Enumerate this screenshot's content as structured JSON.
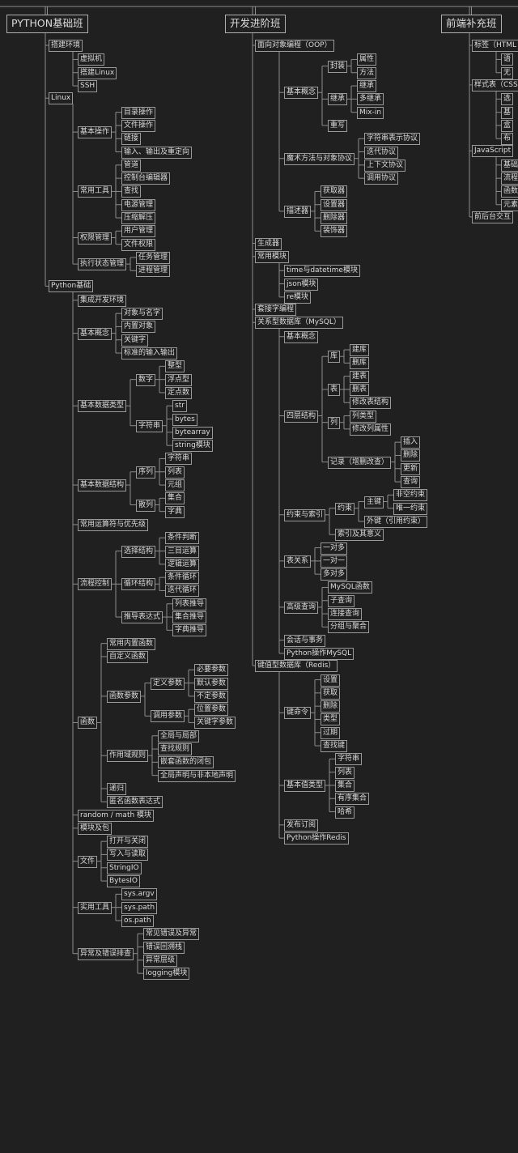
{
  "columns": [
    {
      "id": "python",
      "label": "PYTHON基础班",
      "children": [
        {
          "label": "搭建环境",
          "children": [
            {
              "label": "虚拟机"
            },
            {
              "label": "搭建Linux"
            },
            {
              "label": "SSH"
            }
          ]
        },
        {
          "label": "Linux",
          "children": [
            {
              "label": "基本操作",
              "children": [
                {
                  "label": "目录操作"
                },
                {
                  "label": "文件操作"
                },
                {
                  "label": "链接"
                },
                {
                  "label": "输入、输出及重定向"
                }
              ]
            },
            {
              "label": "常用工具",
              "children": [
                {
                  "label": "管道"
                },
                {
                  "label": "控制台编辑器"
                },
                {
                  "label": "查找"
                },
                {
                  "label": "电源管理"
                },
                {
                  "label": "压缩解压"
                }
              ]
            },
            {
              "label": "权限管理",
              "children": [
                {
                  "label": "用户管理"
                },
                {
                  "label": "文件权限"
                }
              ]
            },
            {
              "label": "执行状态管理",
              "children": [
                {
                  "label": "任务管理"
                },
                {
                  "label": "进程管理"
                }
              ]
            }
          ]
        },
        {
          "label": "Python基础",
          "children": [
            {
              "label": "集成开发环境"
            },
            {
              "label": "基本概念",
              "children": [
                {
                  "label": "对象与名字"
                },
                {
                  "label": "内置对象"
                },
                {
                  "label": "关键字"
                },
                {
                  "label": "标准的输入输出"
                }
              ]
            },
            {
              "label": "基本数据类型",
              "children": [
                {
                  "label": "数字",
                  "children": [
                    {
                      "label": "整型"
                    },
                    {
                      "label": "浮点型"
                    },
                    {
                      "label": "定点数"
                    }
                  ]
                },
                {
                  "label": "字符串",
                  "children": [
                    {
                      "label": "str"
                    },
                    {
                      "label": "bytes"
                    },
                    {
                      "label": "bytearray"
                    },
                    {
                      "label": "string模块"
                    }
                  ]
                }
              ]
            },
            {
              "label": "基本数据结构",
              "children": [
                {
                  "label": "序列",
                  "children": [
                    {
                      "label": "字符串"
                    },
                    {
                      "label": "列表"
                    },
                    {
                      "label": "元组"
                    }
                  ]
                },
                {
                  "label": "散列",
                  "children": [
                    {
                      "label": "集合"
                    },
                    {
                      "label": "字典"
                    }
                  ]
                }
              ]
            },
            {
              "label": "常用运算符与优先级"
            },
            {
              "label": "流程控制",
              "children": [
                {
                  "label": "选择结构",
                  "children": [
                    {
                      "label": "条件判断"
                    },
                    {
                      "label": "三目运算"
                    },
                    {
                      "label": "逻辑运算"
                    }
                  ]
                },
                {
                  "label": "循环结构",
                  "children": [
                    {
                      "label": "条件循环"
                    },
                    {
                      "label": "迭代循环"
                    }
                  ]
                },
                {
                  "label": "推导表达式",
                  "children": [
                    {
                      "label": "列表推导"
                    },
                    {
                      "label": "集合推导"
                    },
                    {
                      "label": "字典推导"
                    }
                  ]
                }
              ]
            },
            {
              "label": "函数",
              "children": [
                {
                  "label": "常用内置函数"
                },
                {
                  "label": "自定义函数"
                },
                {
                  "label": "函数参数",
                  "children": [
                    {
                      "label": "定义参数",
                      "children": [
                        {
                          "label": "必要参数"
                        },
                        {
                          "label": "默认参数"
                        },
                        {
                          "label": "不定参数"
                        }
                      ]
                    },
                    {
                      "label": "调用参数",
                      "children": [
                        {
                          "label": "位置参数"
                        },
                        {
                          "label": "关键字参数"
                        }
                      ]
                    }
                  ]
                },
                {
                  "label": "作用域规则",
                  "children": [
                    {
                      "label": "全局与局部"
                    },
                    {
                      "label": "查找规则"
                    },
                    {
                      "label": "嵌套函数的闭包"
                    },
                    {
                      "label": "全局声明与非本地声明"
                    }
                  ]
                },
                {
                  "label": "递归"
                },
                {
                  "label": "匿名函数表达式"
                }
              ]
            },
            {
              "label": "random / math 模块"
            },
            {
              "label": "模块及包"
            },
            {
              "label": "文件",
              "children": [
                {
                  "label": "打开与关闭"
                },
                {
                  "label": "写入与读取"
                },
                {
                  "label": "StringIO"
                },
                {
                  "label": "BytesIO"
                }
              ]
            },
            {
              "label": "实用工具",
              "children": [
                {
                  "label": "sys.argv"
                },
                {
                  "label": "sys.path"
                },
                {
                  "label": "os.path"
                }
              ]
            },
            {
              "label": "异常及错误排查",
              "children": [
                {
                  "label": "常见错误及异常"
                },
                {
                  "label": "错误回溯栈"
                },
                {
                  "label": "异常层级"
                },
                {
                  "label": "logging模块"
                }
              ]
            }
          ]
        }
      ]
    },
    {
      "id": "advanced",
      "label": "开发进阶班",
      "children": [
        {
          "label": "面向对象编程（OOP）",
          "children": [
            {
              "label": "基本概念",
              "children": [
                {
                  "label": "封装",
                  "children": [
                    {
                      "label": "属性"
                    },
                    {
                      "label": "方法"
                    }
                  ]
                },
                {
                  "label": "继承",
                  "children": [
                    {
                      "label": "继承"
                    },
                    {
                      "label": "多继承"
                    },
                    {
                      "label": "Mix-in"
                    }
                  ]
                },
                {
                  "label": "重写"
                }
              ]
            },
            {
              "label": "魔术方法与对象协议",
              "children": [
                {
                  "label": "字符串表示协议"
                },
                {
                  "label": "迭代协议"
                },
                {
                  "label": "上下文协议"
                },
                {
                  "label": "调用协议"
                }
              ]
            },
            {
              "label": "描述器",
              "children": [
                {
                  "label": "获取器"
                },
                {
                  "label": "设置器"
                },
                {
                  "label": "删除器"
                },
                {
                  "label": "装饰器"
                }
              ]
            }
          ]
        },
        {
          "label": "生成器"
        },
        {
          "label": "常用模块",
          "children": [
            {
              "label": "time与datetime模块"
            },
            {
              "label": "json模块"
            },
            {
              "label": "re模块"
            }
          ]
        },
        {
          "label": "套接字编程"
        },
        {
          "label": "关系型数据库（MySQL）",
          "children": [
            {
              "label": "基本概念"
            },
            {
              "label": "四层结构",
              "children": [
                {
                  "label": "库",
                  "children": [
                    {
                      "label": "建库"
                    },
                    {
                      "label": "删库"
                    }
                  ]
                },
                {
                  "label": "表",
                  "children": [
                    {
                      "label": "建表"
                    },
                    {
                      "label": "删表"
                    },
                    {
                      "label": "修改表结构"
                    }
                  ]
                },
                {
                  "label": "列",
                  "children": [
                    {
                      "label": "列类型"
                    },
                    {
                      "label": "修改列属性"
                    }
                  ]
                },
                {
                  "label": "记录（增删改查）",
                  "children": [
                    {
                      "label": "插入"
                    },
                    {
                      "label": "删除"
                    },
                    {
                      "label": "更新"
                    },
                    {
                      "label": "查询"
                    }
                  ]
                }
              ]
            },
            {
              "label": "约束与索引",
              "children": [
                {
                  "label": "约束",
                  "children": [
                    {
                      "label": "主键",
                      "children": [
                        {
                          "label": "非空约束"
                        },
                        {
                          "label": "唯一约束"
                        }
                      ]
                    },
                    {
                      "label": "外键（引用约束）"
                    }
                  ]
                },
                {
                  "label": "索引及其意义"
                }
              ]
            },
            {
              "label": "表关系",
              "children": [
                {
                  "label": "一对多"
                },
                {
                  "label": "一对一"
                },
                {
                  "label": "多对多"
                }
              ]
            },
            {
              "label": "高级查询",
              "children": [
                {
                  "label": "MySQL函数"
                },
                {
                  "label": "子查询"
                },
                {
                  "label": "连接查询"
                },
                {
                  "label": "分组与聚合"
                }
              ]
            },
            {
              "label": "会话与事务"
            },
            {
              "label": "Python操作MySQL"
            }
          ]
        },
        {
          "label": "键值型数据库（Redis）",
          "children": [
            {
              "label": "键命令",
              "children": [
                {
                  "label": "设置"
                },
                {
                  "label": "获取"
                },
                {
                  "label": "删除"
                },
                {
                  "label": "类型"
                },
                {
                  "label": "过期"
                },
                {
                  "label": "查找键"
                }
              ]
            },
            {
              "label": "基本值类型",
              "children": [
                {
                  "label": "字符串"
                },
                {
                  "label": "列表"
                },
                {
                  "label": "集合"
                },
                {
                  "label": "有序集合"
                },
                {
                  "label": "哈希"
                }
              ]
            },
            {
              "label": "发布订阅"
            },
            {
              "label": "Python操作Redis"
            }
          ]
        }
      ]
    },
    {
      "id": "frontend",
      "label": "前端补充班",
      "children": [
        {
          "label": "标签（HTML",
          "children": [
            {
              "label": "语"
            },
            {
              "label": "无"
            }
          ]
        },
        {
          "label": "样式表（CSS",
          "children": [
            {
              "label": "选"
            },
            {
              "label": "基"
            },
            {
              "label": "盒"
            },
            {
              "label": "布"
            }
          ]
        },
        {
          "label": "JavaScript",
          "children": [
            {
              "label": "基础"
            },
            {
              "label": "流程"
            },
            {
              "label": "函数"
            },
            {
              "label": "元素"
            }
          ]
        },
        {
          "label": "前后台交互"
        }
      ]
    }
  ]
}
